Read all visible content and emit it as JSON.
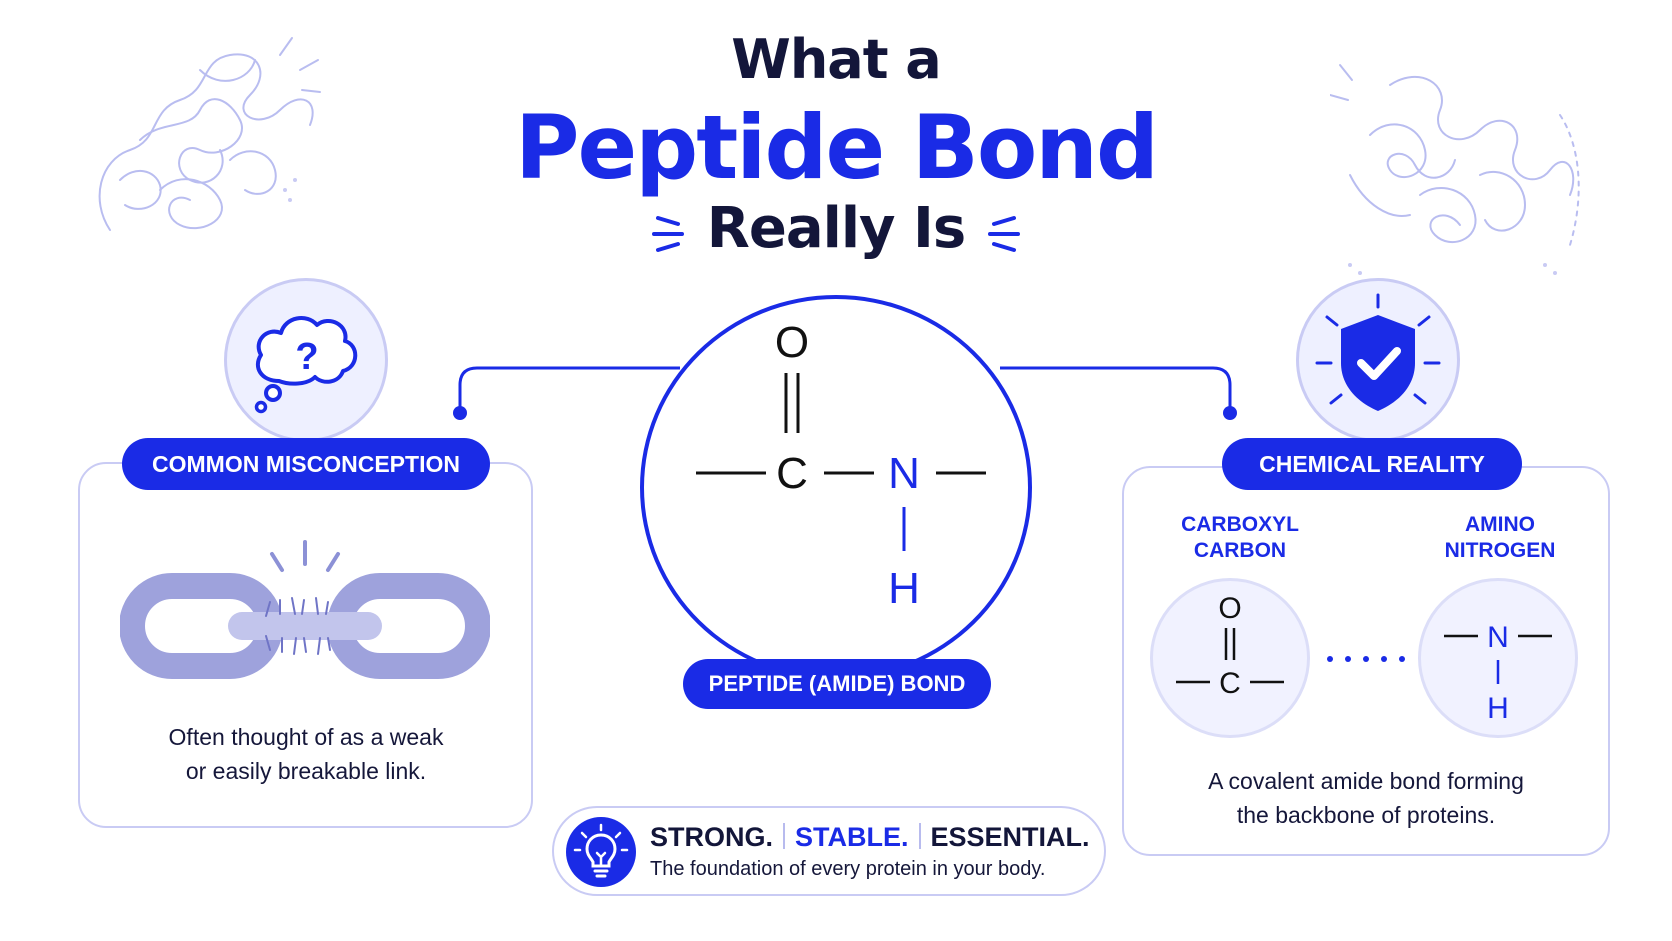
{
  "title": {
    "line1": "What a",
    "line2": "Peptide Bond",
    "line3": "Really Is"
  },
  "misconception": {
    "label": "COMMON MISCONCEPTION",
    "description_line1": "Often thought of as a weak",
    "description_line2": "or easily breakable link.",
    "icon": "question-cloud-icon"
  },
  "center": {
    "label": "PEPTIDE (AMIDE) BOND",
    "atoms": {
      "oxygen": "O",
      "carbon": "C",
      "nitrogen": "N",
      "hydrogen": "H"
    }
  },
  "reality": {
    "label": "CHEMICAL REALITY",
    "carboxyl_line1": "CARBOXYL",
    "carboxyl_line2": "CARBON",
    "amino_line1": "AMINO",
    "amino_line2": "NITROGEN",
    "atoms": {
      "oxygen": "O",
      "carbon": "C",
      "nitrogen": "N",
      "hydrogen": "H"
    },
    "description_line1": "A covalent amide bond forming",
    "description_line2": "the backbone of proteins.",
    "icon": "shield-check-icon"
  },
  "summary": {
    "word1": "STRONG.",
    "word2": "STABLE.",
    "word3": "ESSENTIAL.",
    "subtitle": "The foundation of every protein in your body.",
    "icon": "lightbulb-icon"
  },
  "colors": {
    "accent": "#1a2be6",
    "dark": "#13163a",
    "outline": "#c9cbf4",
    "soft": "#eef0ff"
  }
}
